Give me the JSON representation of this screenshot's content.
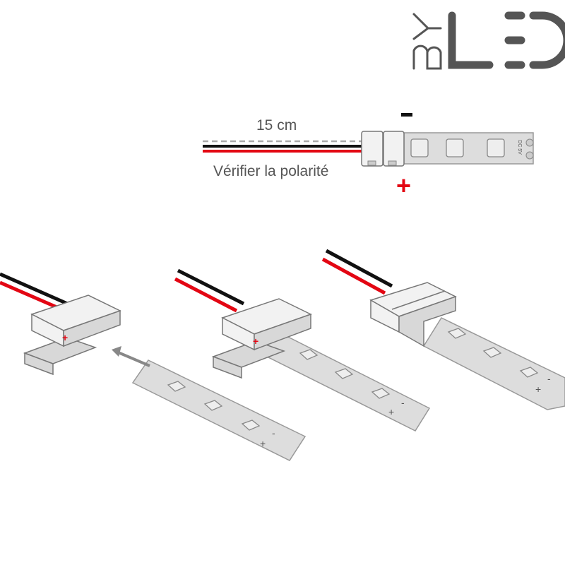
{
  "logo": {
    "text": "BYLED",
    "color": "#555555"
  },
  "top_diagram": {
    "cable_length": "15 cm",
    "polarity_note": "Vérifier la polarité",
    "minus_sign": "-",
    "plus_sign": "+",
    "strip_marking": "DC 5V"
  },
  "steps": [
    {
      "strip_plus": "+",
      "strip_minus": "-",
      "connector_plus": "+"
    },
    {
      "strip_plus": "+",
      "strip_minus": "-",
      "connector_plus": "+"
    },
    {
      "strip_plus": "+",
      "strip_minus": "-"
    }
  ],
  "colors": {
    "red_wire": "#e30613",
    "black_wire": "#111111",
    "grey": "#777777"
  }
}
